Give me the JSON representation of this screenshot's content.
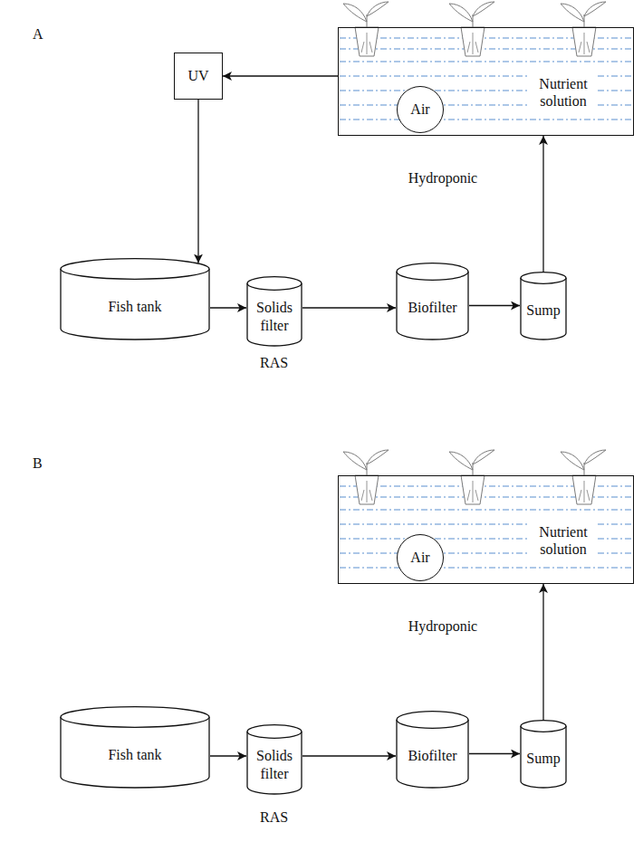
{
  "diagram": {
    "nodes": [
      {
        "text": [
          "Nutrient solution",
          "Hydroponic"
        ]
      },
      {
        "text": [
          "Air"
        ],
        "in": 0
      },
      {
        "text": [
          "UV"
        ]
      },
      {
        "text": [
          "Fish tank"
        ]
      },
      {
        "text": [
          "Solids filter"
        ]
      },
      {
        "text": [
          "Biofilter"
        ]
      },
      {
        "text": [
          "Sump"
        ]
      },
      {
        "text": [
          "Nutrient solution",
          "Hydroponic"
        ]
      },
      {
        "text": [
          "Air"
        ],
        "in": 7
      },
      {
        "text": [
          "Fish tank"
        ]
      },
      {
        "text": [
          "Solids filter"
        ]
      },
      {
        "text": [
          "Biofilter"
        ]
      },
      {
        "text": [
          "Sump"
        ]
      }
    ],
    "edges": [
      {
        "from": 0,
        "to": 2,
        "arrow": "to"
      },
      {
        "from": 2,
        "to": 3,
        "arrow": "to"
      },
      {
        "from": 3,
        "to": 4,
        "arrow": "to"
      },
      {
        "from": 4,
        "to": 5,
        "arrow": "to"
      },
      {
        "from": 5,
        "to": 6,
        "arrow": "to"
      },
      {
        "from": 6,
        "to": 0,
        "arrow": "to"
      },
      {
        "from": 9,
        "to": 10,
        "arrow": "to"
      },
      {
        "from": 10,
        "to": 11,
        "arrow": "to"
      },
      {
        "from": 11,
        "to": 12,
        "arrow": "to"
      },
      {
        "from": 12,
        "to": 7,
        "arrow": "to"
      }
    ],
    "labels": [
      "A",
      "RAS",
      "B",
      "RAS"
    ]
  }
}
